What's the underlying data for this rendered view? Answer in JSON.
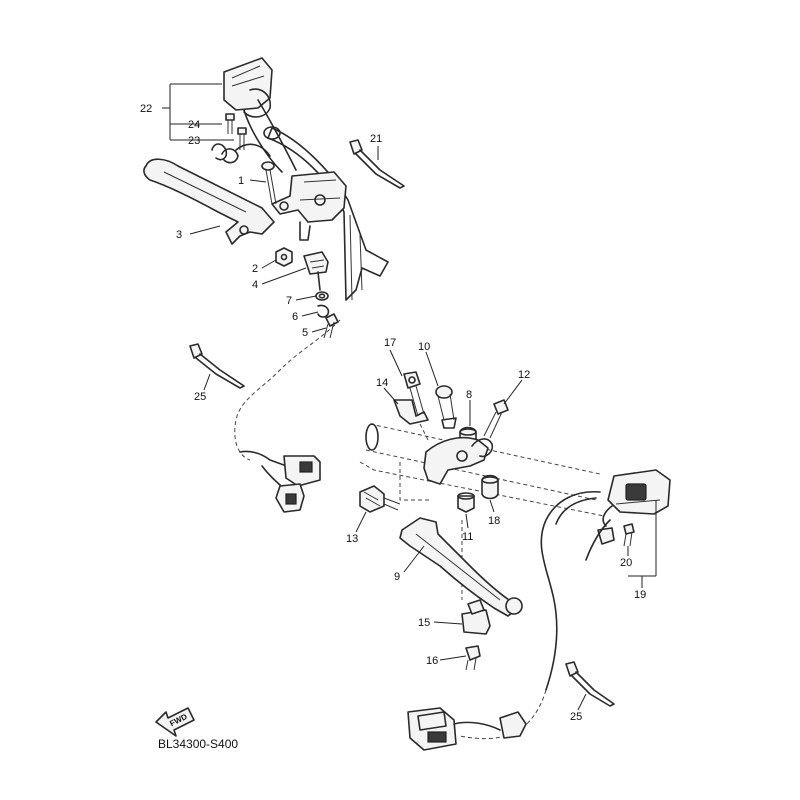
{
  "diagram_code": "BL34300-S400",
  "fwd_label": "FWD",
  "callouts": {
    "c1": "1",
    "c2": "2",
    "c3": "3",
    "c4": "4",
    "c5": "5",
    "c6": "6",
    "c7": "7",
    "c8": "8",
    "c9": "9",
    "c10": "10",
    "c11": "11",
    "c12": "12",
    "c13": "13",
    "c14": "14",
    "c15": "15",
    "c16": "16",
    "c17": "17",
    "c18": "18",
    "c19": "19",
    "c20": "20",
    "c21": "21",
    "c22": "22",
    "c23": "23",
    "c24": "24",
    "c25a": "25",
    "c25b": "25"
  }
}
